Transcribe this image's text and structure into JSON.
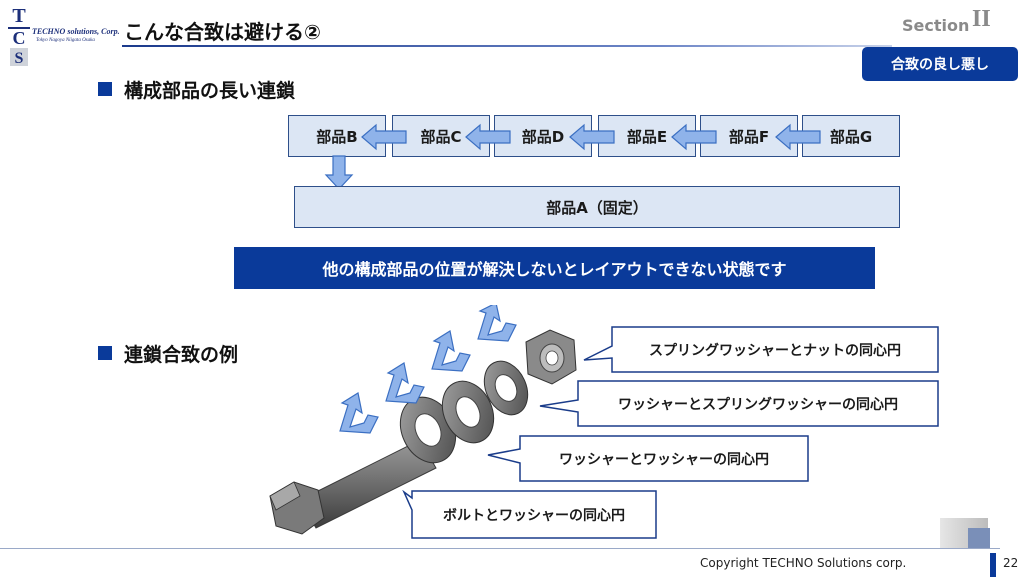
{
  "header": {
    "logo_text": "TECHNO solutions, Corp.",
    "logo_sub": "Tokyo Nagoya Niigata Osaka",
    "title": "こんな合致は避ける②",
    "section_label": "Section",
    "section_number": "II",
    "badge": "合致の良し悪し"
  },
  "section1": {
    "heading": "構成部品の長い連鎖",
    "parts": [
      "部品B",
      "部品C",
      "部品D",
      "部品E",
      "部品F",
      "部品G"
    ],
    "base_part": "部品A（固定）",
    "banner": "他の構成部品の位置が解決しないとレイアウトできない状態です"
  },
  "section2": {
    "heading": "連鎖合致の例",
    "callouts": [
      "スプリングワッシャーとナットの同心円",
      "ワッシャーとスプリングワッシャーの同心円",
      "ワッシャーとワッシャーの同心円",
      "ボルトとワッシャーの同心円"
    ]
  },
  "footer": {
    "copyright": "Copyright  TECHNO Solutions corp.",
    "page": "22"
  },
  "colors": {
    "brand_blue": "#0a3a9a",
    "part_fill": "#dce6f4",
    "arrow_fill": "#8fb3ea"
  }
}
